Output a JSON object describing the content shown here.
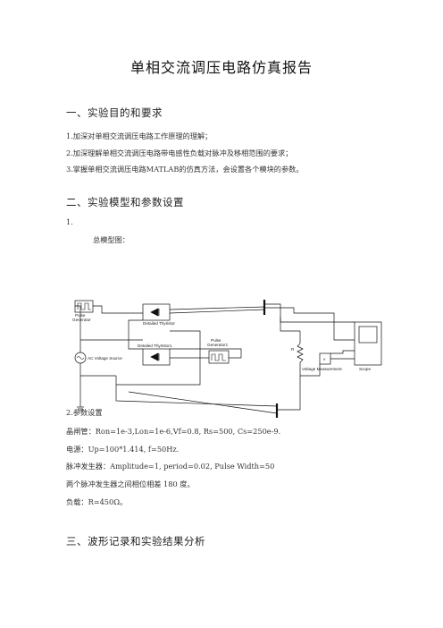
{
  "title": "单相交流调压电路仿真报告",
  "sections": [
    {
      "heading": "一、实验目的和要求",
      "items": [
        "1.加深对单相交流调压电路工作原理的理解；",
        "2.加深理解单相交流调压电路带电感性负载对脉冲及移相范围的要求；",
        "3.掌握单相交流调压电路MATLAB的仿真方法，会设置各个模块的参数。"
      ]
    },
    {
      "heading": "二、实验模型和参数设置",
      "model_number": "1.",
      "model_caption": "总模型图：",
      "diagram_labels": {
        "pulse_generator": "Pulse\nGenerator",
        "detailed_thyristor": "Detailed Thyristor",
        "detailed_thyristor1": "Detailed Thyristor1",
        "pulse_generator1": "Pulse\nGenerator1",
        "ac_voltage_source": "AC Voltage Source",
        "resistor": "R",
        "voltage_measurement": "Voltage Measurement",
        "scope": "Scope",
        "v_symbol": "v"
      },
      "params_heading": "2.参数设置",
      "params": [
        "晶闸管：Ron=1e-3,Lon=1e-6,Vf=0.8, Rs=500, Cs=250e-9.",
        "电源：Up=100*1.414, f=50Hz.",
        "脉冲发生器：Amplitude=1, period=0.02, Pulse Width=50",
        "两个脉冲发生器之间相位相差 180 度。",
        "负载：R=450Ω。"
      ]
    },
    {
      "heading": "三、波形记录和实验结果分析"
    }
  ]
}
